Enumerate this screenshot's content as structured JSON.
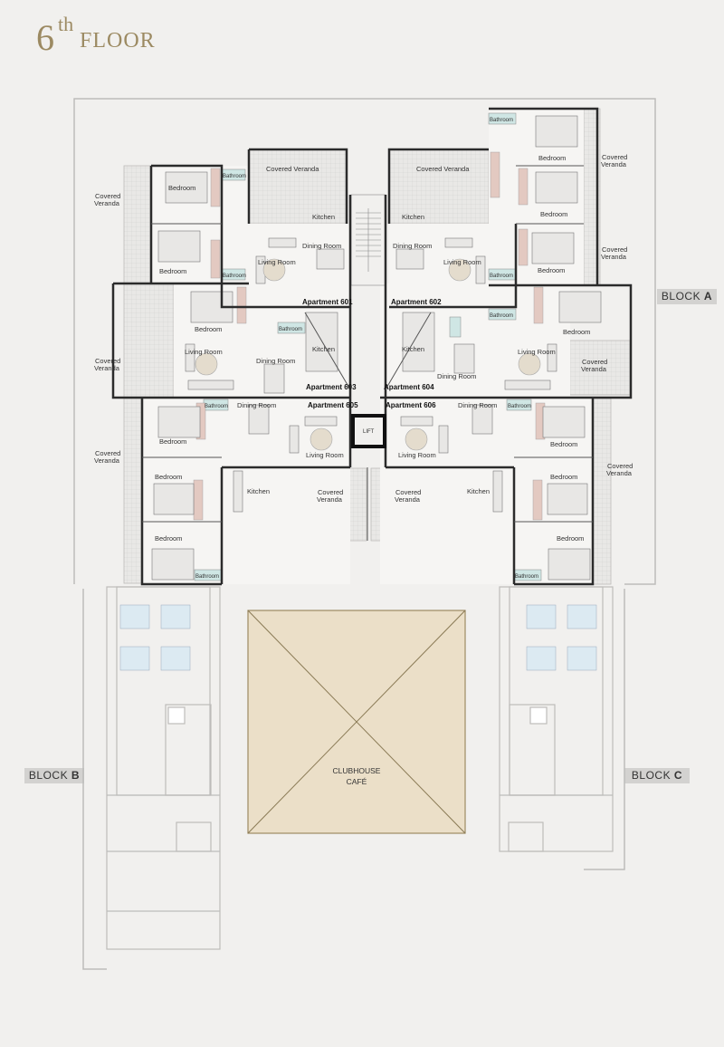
{
  "title": {
    "number": "6",
    "suffix": "th",
    "word": "FLOOR"
  },
  "blocks": {
    "a": {
      "prefix": "BLOCK ",
      "letter": "A"
    },
    "b": {
      "prefix": "BLOCK ",
      "letter": "B"
    },
    "c": {
      "prefix": "BLOCK ",
      "letter": "C"
    }
  },
  "apartments": [
    "Apartment 601",
    "Apartment 602",
    "Apartment 603",
    "Apartment 604",
    "Apartment 605",
    "Apartment 606"
  ],
  "rooms": {
    "bedroom": "Bedroom",
    "bathroom": "Bathroom",
    "kitchen": "Kitchen",
    "living": "Living Room",
    "dining": "Dining Room",
    "veranda_1": "Covered",
    "veranda_2": "Veranda",
    "covered_veranda": "Covered Veranda",
    "lift": "LIFT"
  },
  "clubhouse": {
    "line1": "CLUBHOUSE",
    "line2": "CAFÉ"
  },
  "colors": {
    "background": "#f1f0ee",
    "accent": "#9c8a62",
    "wall": "#2b2b2b",
    "cafe_fill": "#ebdfc8",
    "bath_fill": "#cfe6e4",
    "terrace_fill": "#e6e5e3"
  }
}
